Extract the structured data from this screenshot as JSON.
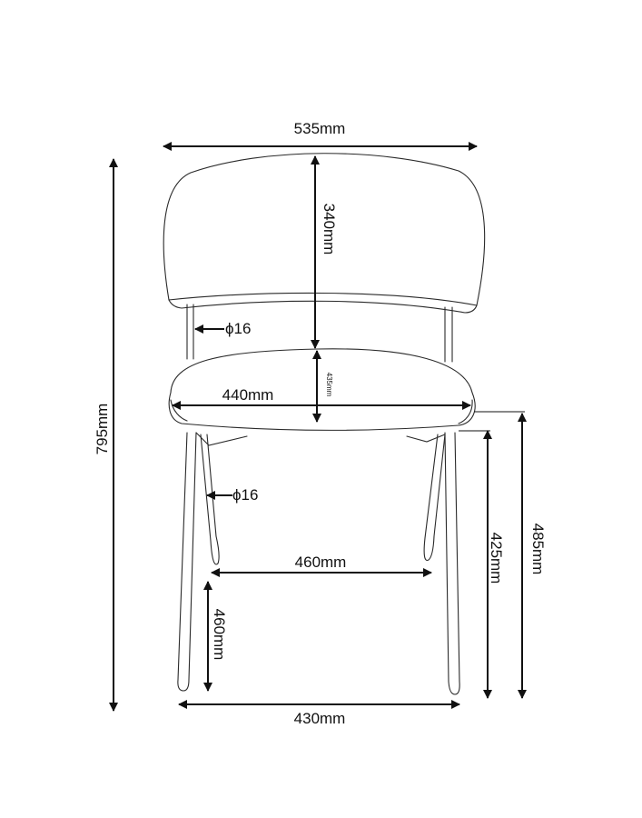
{
  "dimensions": {
    "top_width": "535mm",
    "backrest_height": "340mm",
    "seat_thickness": "435mm",
    "seat_width": "440mm",
    "total_height": "795mm",
    "leg_gap_width": "460mm",
    "leg_lower_height": "460mm",
    "seat_height_front": "425mm",
    "seat_height_back": "485mm",
    "base_width": "430mm",
    "tube_diameter_upper": "ϕ16",
    "tube_diameter_lower": "ϕ16"
  },
  "colors": {
    "line": "#111111",
    "outline": "#2a2a2a",
    "background": "#ffffff"
  }
}
